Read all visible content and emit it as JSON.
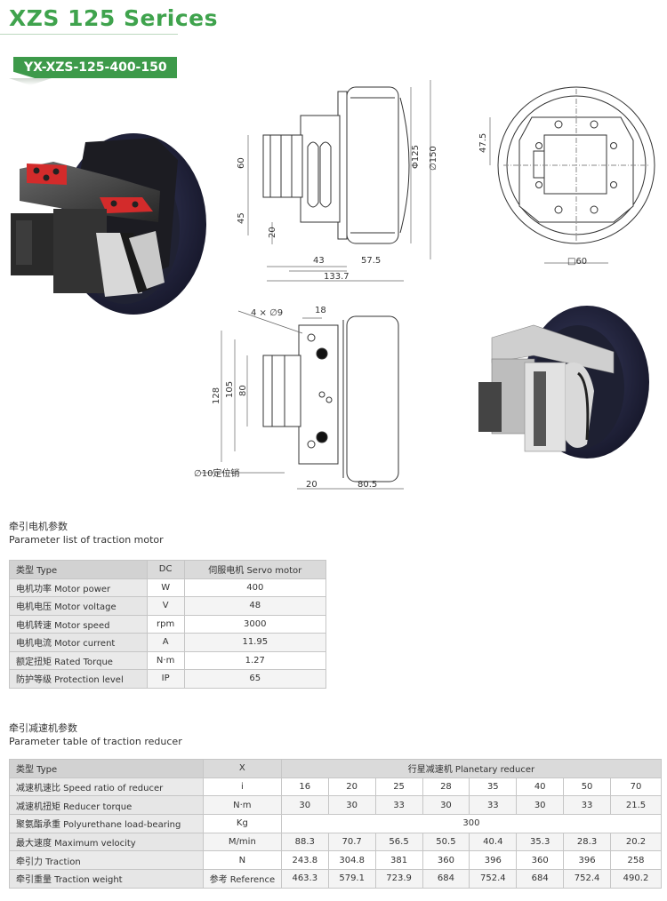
{
  "header": {
    "series_title": "XZS 125 Serices",
    "model_code": "YX-XZS-125-400-150"
  },
  "drawing": {
    "dims": {
      "d60": "60",
      "d45": "45",
      "d20a": "20",
      "d43": "43",
      "d57_5": "57.5",
      "d133_7": "133.7",
      "phi125": "Φ125",
      "phi150": "∅150",
      "d47_5": "47.5",
      "sq60": "□60",
      "holes": "4 × ∅9",
      "d18": "18",
      "d128": "128",
      "d105": "105",
      "d80": "80",
      "pin": "∅10定位销",
      "d20b": "20",
      "d80_5": "80.5"
    }
  },
  "motor_section": {
    "title_cn": "牵引电机参数",
    "title_en": "Parameter list of traction motor",
    "rows": [
      {
        "label": "类型 Type",
        "unit": "DC",
        "value": "伺服电机 Servo motor"
      },
      {
        "label": "电机功率 Motor power",
        "unit": "W",
        "value": "400"
      },
      {
        "label": "电机电压 Motor voltage",
        "unit": "V",
        "value": "48"
      },
      {
        "label": "电机转速 Motor speed",
        "unit": "rpm",
        "value": "3000"
      },
      {
        "label": "电机电流 Motor current",
        "unit": "A",
        "value": "11.95"
      },
      {
        "label": "额定扭矩 Rated Torque",
        "unit": "N·m",
        "value": "1.27"
      },
      {
        "label": "防护等级 Protection level",
        "unit": "IP",
        "value": "65"
      }
    ]
  },
  "reducer_section": {
    "title_cn": "牵引减速机参数",
    "title_en": "Parameter table of traction reducer",
    "header": {
      "label": "类型 Type",
      "unit": "X",
      "value": "行星减速机 Planetary reducer"
    },
    "rows": [
      {
        "label": "减速机速比 Speed ratio of reducer",
        "unit": "i",
        "values": [
          "16",
          "20",
          "25",
          "28",
          "35",
          "40",
          "50",
          "70"
        ]
      },
      {
        "label": "减速机扭矩 Reducer torque",
        "unit": "N·m",
        "values": [
          "30",
          "30",
          "33",
          "30",
          "33",
          "30",
          "33",
          "21.5"
        ]
      },
      {
        "label": "聚氨酯承重 Polyurethane load-bearing",
        "unit": "Kg",
        "span_value": "300"
      },
      {
        "label": "最大速度 Maximum velocity",
        "unit": "M/min",
        "values": [
          "88.3",
          "70.7",
          "56.5",
          "50.5",
          "40.4",
          "35.3",
          "28.3",
          "20.2"
        ]
      },
      {
        "label": "牵引力 Traction",
        "unit": "N",
        "values": [
          "243.8",
          "304.8",
          "381",
          "360",
          "396",
          "360",
          "396",
          "258"
        ]
      },
      {
        "label": "牵引重量 Traction weight",
        "unit": "参考 Reference",
        "values": [
          "463.3",
          "579.1",
          "723.9",
          "684",
          "752.4",
          "684",
          "752.4",
          "490.2"
        ]
      }
    ]
  }
}
